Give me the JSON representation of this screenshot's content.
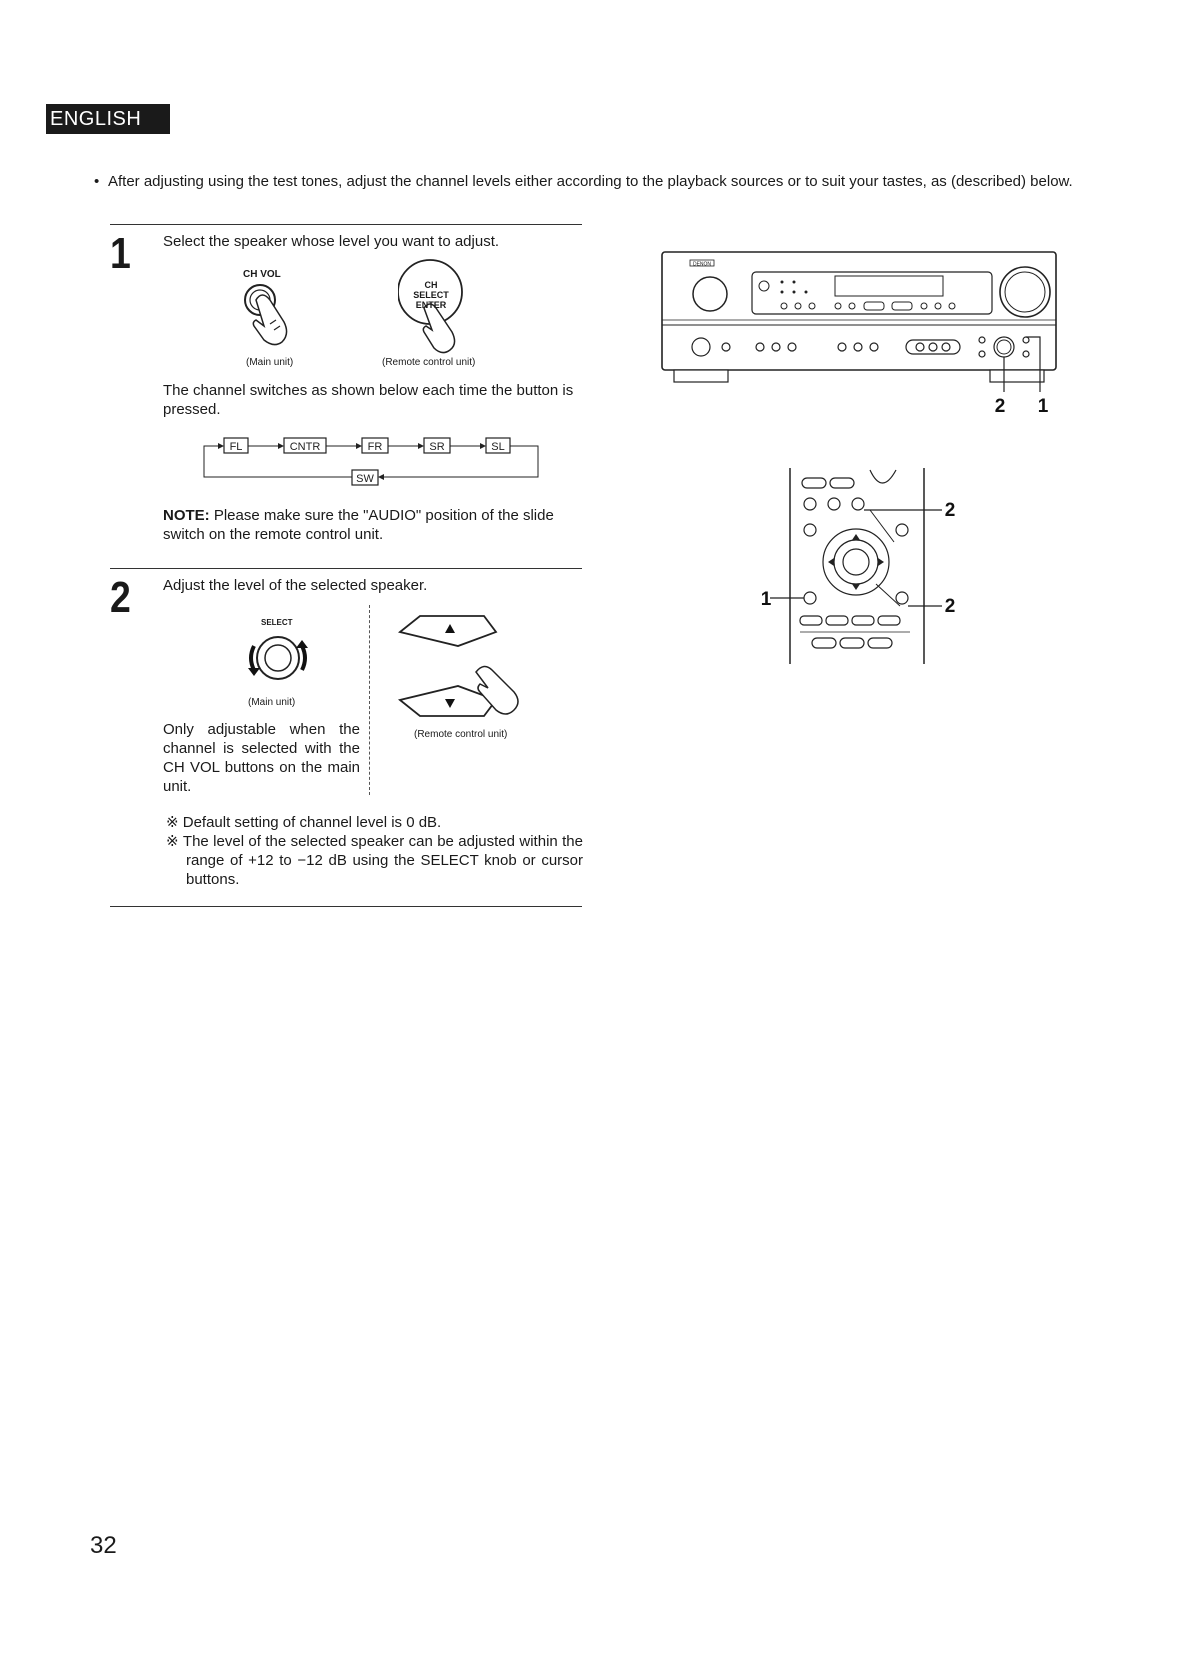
{
  "header": {
    "language_tab": "ENGLISH"
  },
  "intro": "After adjusting using the test tones, adjust the channel levels either according to the playback sources or to suit your tastes, as (described) below.",
  "step1": {
    "number": "1",
    "instruction": "Select the speaker whose level you want to adjust.",
    "ch_vol_label": "CH VOL",
    "ch_select_label_1": "CH SELECT",
    "ch_select_label_2": "ENTER",
    "caption_main": "(Main unit)",
    "caption_remote": "(Remote control unit)",
    "switch_text": "The channel switches as shown below each time the button is pressed.",
    "channels": [
      "FL",
      "CNTR",
      "FR",
      "SR",
      "SL",
      "SW"
    ],
    "note_label": "NOTE:",
    "note_text": "Please make sure the \"AUDIO\" position of the slide switch on the remote control unit."
  },
  "step2": {
    "number": "2",
    "instruction": "Adjust the level of the selected speaker.",
    "select_label": "SELECT",
    "caption_main": "(Main unit)",
    "caption_remote": "(Remote control unit)",
    "only_text": "Only adjustable when the channel is selected with the CH VOL buttons on the main unit.",
    "footnote_1": "※ Default setting of channel level is 0 dB.",
    "footnote_2": "※ The level of the selected speaker can be adjusted within the range of +12 to −12 dB using the SELECT knob or cursor buttons."
  },
  "receiver": {
    "brand": "DENON",
    "callout_2": "2",
    "callout_1": "1"
  },
  "remote": {
    "callout_2_top": "2",
    "callout_1": "1",
    "callout_2_bottom": "2"
  },
  "page_number": "32"
}
